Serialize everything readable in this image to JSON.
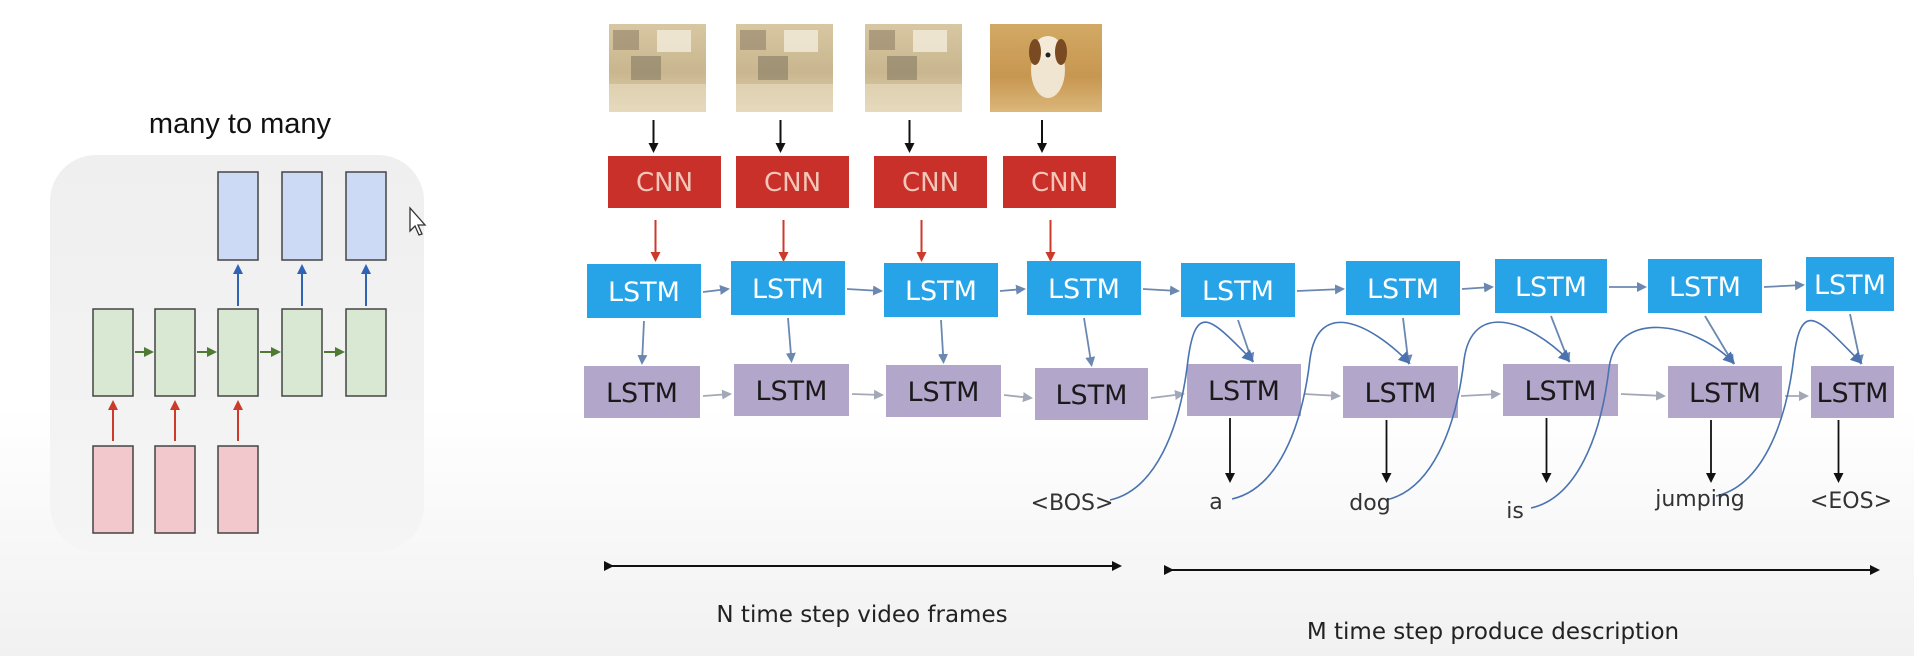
{
  "left_panel": {
    "title": "many to many",
    "input_count": 3,
    "hidden_count": 5,
    "output_count": 3
  },
  "frames": {
    "count": 4
  },
  "cnn": {
    "label": "CNN",
    "count": 4
  },
  "encoder_lstm": {
    "label": "LSTM",
    "count": 9
  },
  "decoder_lstm": {
    "label": "LSTM",
    "count": 9
  },
  "words": [
    "<BOS>",
    "a",
    "dog",
    "is",
    "jumping",
    "<EOS>"
  ],
  "spans": {
    "video": "N time step video frames",
    "description": "M time step produce description"
  },
  "colors": {
    "cnn": "#c9302a",
    "lstm_top": "#27a4e8",
    "lstm_bottom": "#b3a6cb",
    "rnn_input": "#f2c8cc",
    "rnn_hidden": "#d9e8d2",
    "rnn_output": "#ccdaf6",
    "red_arrow": "#cc3a2a",
    "blue_arrow": "#2f63b5",
    "green_arrow": "#4f7a34"
  }
}
